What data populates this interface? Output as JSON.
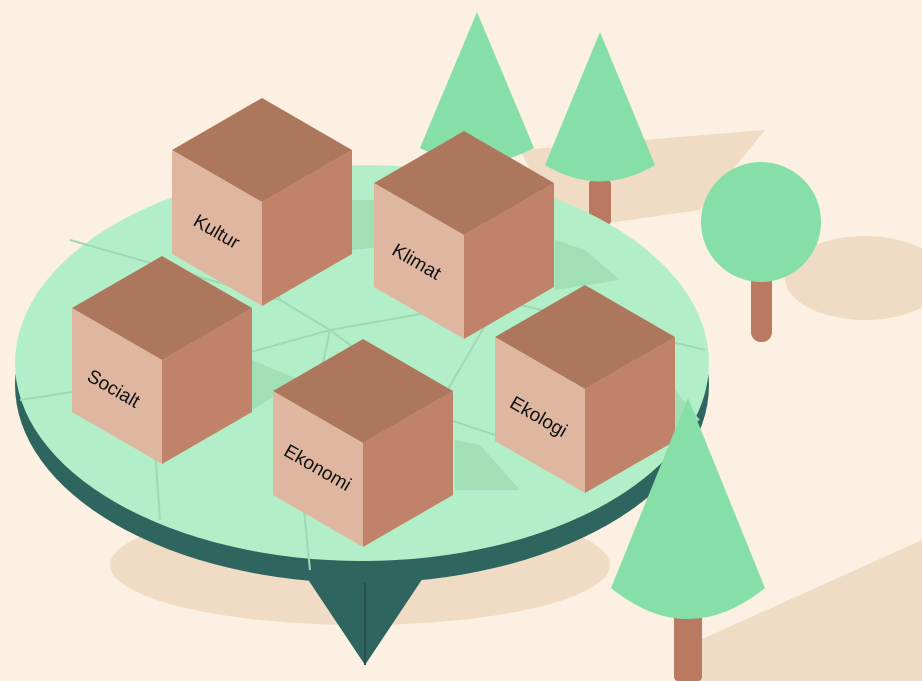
{
  "cubes": [
    {
      "id": "kultur",
      "label": "Kultur"
    },
    {
      "id": "klimat",
      "label": "Klimat"
    },
    {
      "id": "socialt",
      "label": "Socialt"
    },
    {
      "id": "ekonomi",
      "label": "Ekonomi"
    },
    {
      "id": "ekologi",
      "label": "Ekologi"
    }
  ],
  "colors": {
    "background": "#fbf0e1",
    "shadow": "#f0dcc5",
    "platform_top": "#b2efc8",
    "platform_rim": "#2f655f",
    "platform_lines": "#9fd9b4",
    "cube_top": "#ac775d",
    "cube_left": "#dfb7a0",
    "cube_right": "#c0836a",
    "tree_foliage": "#86dfa6",
    "tree_trunk": "#b97a61"
  }
}
